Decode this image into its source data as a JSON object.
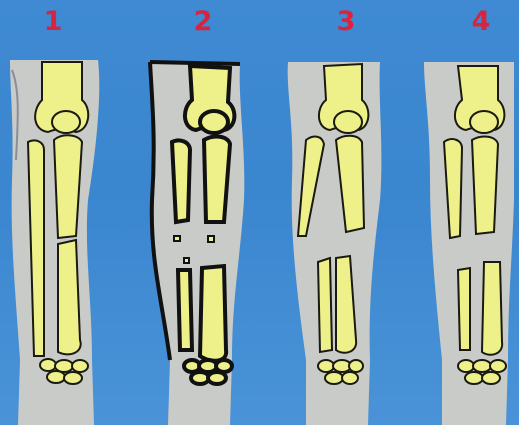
{
  "panels": [
    {
      "label": "1"
    },
    {
      "label": "2"
    },
    {
      "label": "3"
    },
    {
      "label": "4"
    }
  ],
  "colors": {
    "background": "#3f8ad2",
    "label": "#d8243f",
    "limb": "#c9cbc8",
    "bone": "#eef08a",
    "outline": "#1a1a10"
  }
}
